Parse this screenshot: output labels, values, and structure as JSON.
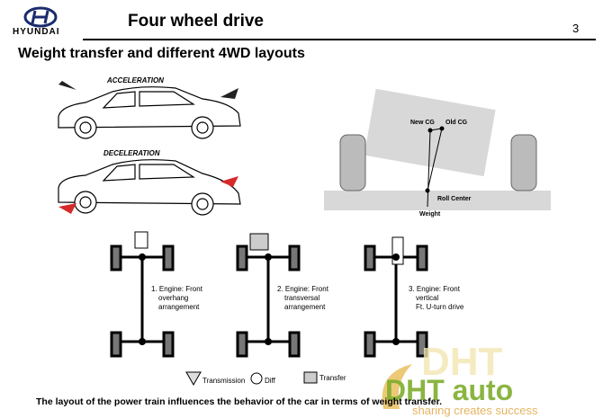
{
  "header": {
    "brand": "HYUNDAI",
    "title": "Four wheel drive",
    "page_number": "3"
  },
  "subtitle": "Weight transfer and  different 4WD layouts",
  "figures": {
    "acceleration_label": "ACCELERATION",
    "deceleration_label": "DECELERATION",
    "new_cg": "New CG",
    "old_cg": "Old CG",
    "roll_center": "Roll Center",
    "weight": "Weight",
    "layouts": [
      {
        "line1": "1. Engine: Front",
        "line2": "overhang",
        "line3": "arrangement"
      },
      {
        "line1": "2. Engine: Front",
        "line2": "transversal",
        "line3": "arrangement"
      },
      {
        "line1": "3. Engine: Front",
        "line2": "vertical",
        "line3": "Ft. U-turn drive"
      }
    ],
    "legend": {
      "transmission": "Transmission",
      "diff": "Diff",
      "transfer": "Transfer"
    }
  },
  "caption": "The layout of the power train influences the behavior of the car in terms of weight transfer.",
  "watermark": {
    "brand": "DHT auto",
    "slogan": "sharing creates success"
  }
}
